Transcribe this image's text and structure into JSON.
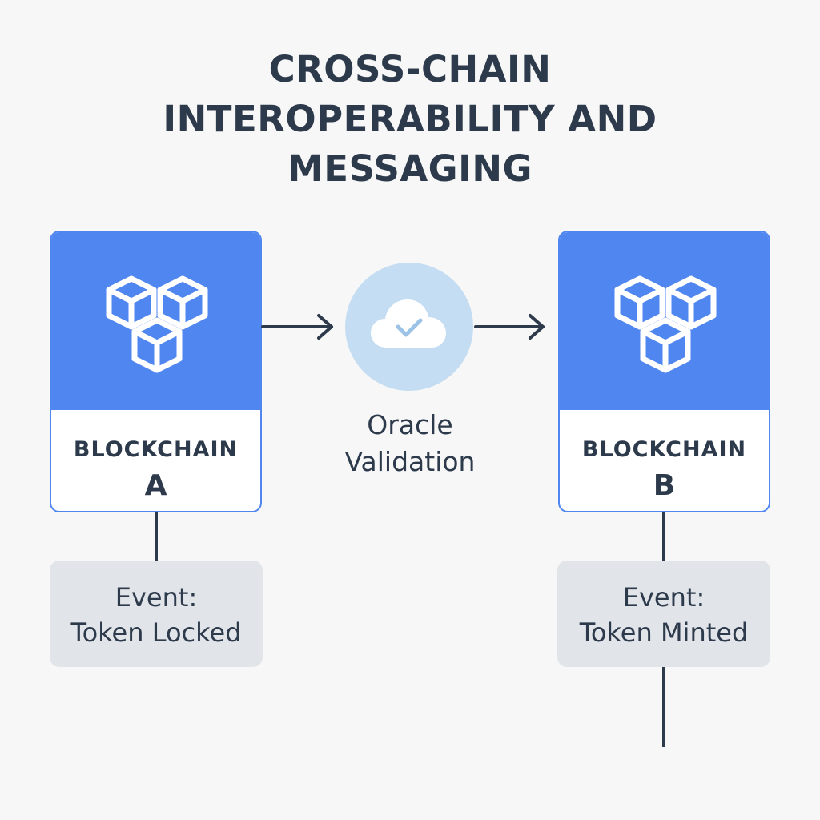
{
  "title": {
    "line1": "CROSS-CHAIN",
    "line2": "INTEROPERABILITY AND",
    "line3": "MESSAGING"
  },
  "chain_a": {
    "label": "BLOCKCHAIN",
    "letter": "A",
    "icon": "blocks-icon",
    "event_line1": "Event:",
    "event_line2": "Token Locked"
  },
  "oracle": {
    "icon": "cloud-check-icon",
    "line1": "Oracle",
    "line2": "Validation"
  },
  "chain_b": {
    "label": "BLOCKCHAIN",
    "letter": "B",
    "icon": "blocks-icon",
    "event_line1": "Event:",
    "event_line2": "Token Minted"
  },
  "colors": {
    "card_blue": "#4f86f0",
    "oracle_circle": "#c4ddf2",
    "event_box": "#e1e4e8",
    "text_dark": "#2d3a4b",
    "background": "#f7f7f7"
  }
}
